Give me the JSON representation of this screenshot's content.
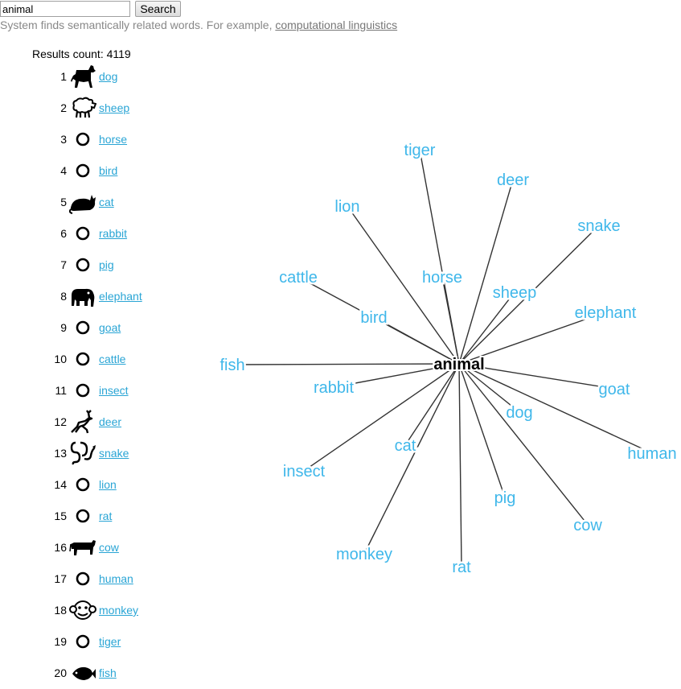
{
  "search": {
    "value": "animal",
    "button_label": "Search"
  },
  "hint": {
    "text": "System finds semantically related words. For example,",
    "example_link": "computational linguistics"
  },
  "results_count_label": "Results count: 4119",
  "results": [
    {
      "rank": "1",
      "word": "dog",
      "icon": "dog-icon"
    },
    {
      "rank": "2",
      "word": "sheep",
      "icon": "sheep-icon"
    },
    {
      "rank": "3",
      "word": "horse",
      "icon": "circle-icon"
    },
    {
      "rank": "4",
      "word": "bird",
      "icon": "circle-icon"
    },
    {
      "rank": "5",
      "word": "cat",
      "icon": "cat-icon"
    },
    {
      "rank": "6",
      "word": "rabbit",
      "icon": "circle-icon"
    },
    {
      "rank": "7",
      "word": "pig",
      "icon": "circle-icon"
    },
    {
      "rank": "8",
      "word": "elephant",
      "icon": "elephant-icon"
    },
    {
      "rank": "9",
      "word": "goat",
      "icon": "circle-icon"
    },
    {
      "rank": "10",
      "word": "cattle",
      "icon": "circle-icon"
    },
    {
      "rank": "11",
      "word": "insect",
      "icon": "circle-icon"
    },
    {
      "rank": "12",
      "word": "deer",
      "icon": "deer-icon"
    },
    {
      "rank": "13",
      "word": "snake",
      "icon": "snake-icon"
    },
    {
      "rank": "14",
      "word": "lion",
      "icon": "circle-icon"
    },
    {
      "rank": "15",
      "word": "rat",
      "icon": "circle-icon"
    },
    {
      "rank": "16",
      "word": "cow",
      "icon": "cow-icon"
    },
    {
      "rank": "17",
      "word": "human",
      "icon": "circle-icon"
    },
    {
      "rank": "18",
      "word": "monkey",
      "icon": "monkey-icon"
    },
    {
      "rank": "19",
      "word": "tiger",
      "icon": "circle-icon"
    },
    {
      "rank": "20",
      "word": "fish",
      "icon": "fish-icon"
    }
  ],
  "graph": {
    "center": "animal",
    "node_color": "#3fb7ea",
    "nodes": [
      "tiger",
      "deer",
      "lion",
      "snake",
      "cattle",
      "horse",
      "sheep",
      "elephant",
      "bird",
      "fish",
      "rabbit",
      "goat",
      "dog",
      "human",
      "cat",
      "insect",
      "pig",
      "cow",
      "monkey",
      "rat"
    ]
  }
}
